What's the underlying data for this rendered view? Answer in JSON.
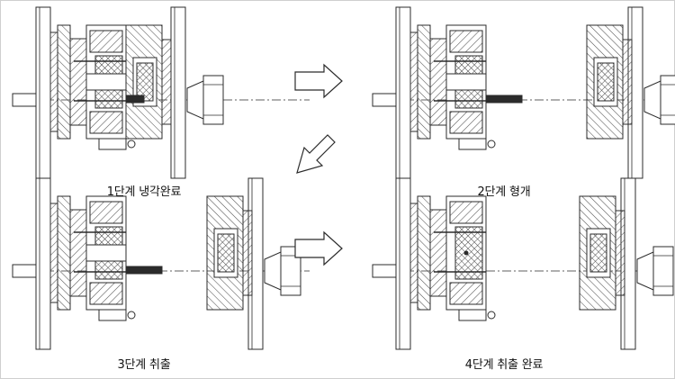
{
  "stages": [
    {
      "caption": "1단계 냉각완료"
    },
    {
      "caption": "2단계 형개"
    },
    {
      "caption": "3단계 취출"
    },
    {
      "caption": "4단계 취출 완료"
    }
  ],
  "colors": {
    "line": "#2b2b2b",
    "hatch": "#555555",
    "background": "#ffffff",
    "frame": "#cfcfcf"
  }
}
